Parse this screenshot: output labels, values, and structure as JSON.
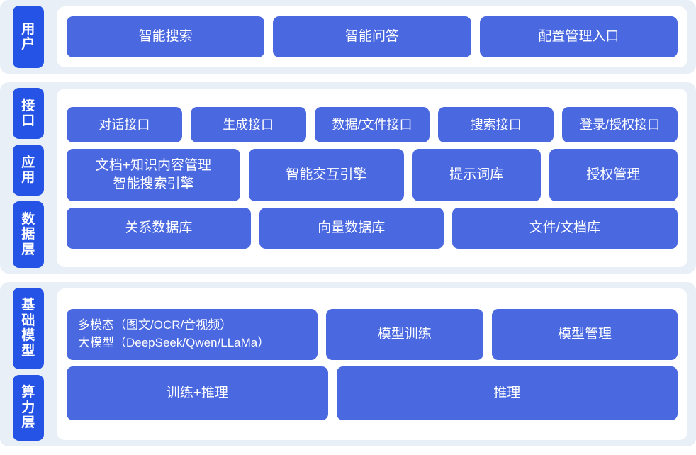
{
  "theme": {
    "page_background": "#ffffff",
    "section_background": "#e9eff7",
    "panel_background": "#ffffff",
    "tab_color": "#2553e6",
    "card_color": "#4a68e0",
    "card_text_color": "#ffffff"
  },
  "sections": [
    {
      "id": "users",
      "tabs": [
        {
          "label": "用户"
        }
      ],
      "rows": [
        {
          "id": "user-entries",
          "cards": [
            {
              "label": "智能搜索",
              "flex": 1
            },
            {
              "label": "智能问答",
              "flex": 1
            },
            {
              "label": "配置管理入口",
              "flex": 1
            }
          ]
        }
      ]
    },
    {
      "id": "middle",
      "tabs": [
        {
          "label": "接口"
        },
        {
          "label": "应用"
        },
        {
          "label": "数据层"
        }
      ],
      "rows": [
        {
          "id": "interface",
          "cards": [
            {
              "label": "对话接口",
              "flex": 1
            },
            {
              "label": "生成接口",
              "flex": 1
            },
            {
              "label": "数据/文件接口",
              "flex": 1
            },
            {
              "label": "搜索接口",
              "flex": 1
            },
            {
              "label": "登录/授权接口",
              "flex": 1
            }
          ]
        },
        {
          "id": "application",
          "cards": [
            {
              "label": "文档+知识内容管理\n智能搜索引擎",
              "flex": 1.22
            },
            {
              "label": "智能交互引擎",
              "flex": 1.08
            },
            {
              "label": "提示词库",
              "flex": 0.88
            },
            {
              "label": "授权管理",
              "flex": 0.88
            }
          ]
        },
        {
          "id": "data",
          "cards": [
            {
              "label": "关系数据库",
              "flex": 1
            },
            {
              "label": "向量数据库",
              "flex": 1
            },
            {
              "label": "文件/文档库",
              "flex": 1.24
            }
          ]
        }
      ]
    },
    {
      "id": "base",
      "tabs": [
        {
          "label": "基础模型"
        },
        {
          "label": "算力层"
        }
      ],
      "rows": [
        {
          "id": "model",
          "cards": [
            {
              "label": "多模态（图文/OCR/音视频）\n大模型（DeepSeek/Qwen/LLaMa）",
              "flex": 1.34,
              "variant": "multimodal"
            },
            {
              "label": "模型训练",
              "flex": 0.84
            },
            {
              "label": "模型管理",
              "flex": 1.0
            }
          ]
        },
        {
          "id": "compute",
          "cards": [
            {
              "label": "训练+推理",
              "flex": 1
            },
            {
              "label": "推理",
              "flex": 1.32
            }
          ]
        }
      ]
    }
  ]
}
